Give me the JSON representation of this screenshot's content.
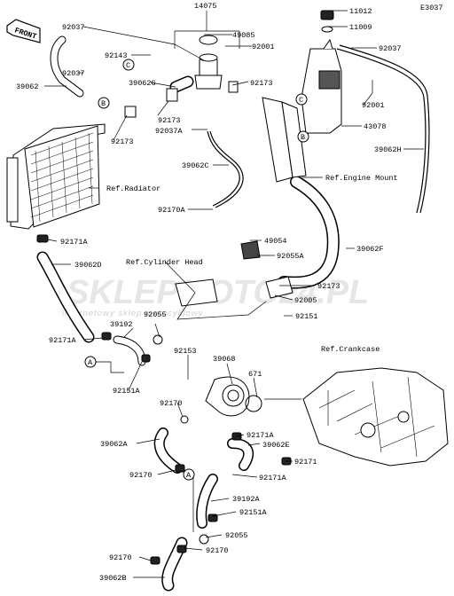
{
  "diagram_code": "E3037",
  "front_label": "FRONT",
  "watermark": {
    "main": "SKLEPMOTO24.PL",
    "sub": "internetowy sklep motocyklowy"
  },
  "part_labels": [
    "14075",
    "49085",
    "92001",
    "92143",
    "92037",
    "92037",
    "39062",
    "39062G",
    "92173",
    "92173",
    "92037A",
    "39062C",
    "92170A",
    "92171A",
    "39062D",
    "92171A",
    "92151A",
    "39192",
    "92055",
    "92153",
    "39068",
    "671",
    "92170",
    "39062A",
    "92170",
    "92170",
    "39062B",
    "92171A",
    "39062E",
    "92171",
    "92171A",
    "39192A",
    "92151A",
    "92055",
    "92170",
    "49054",
    "92055A",
    "92173",
    "92005",
    "92151",
    "39062F",
    "11012",
    "11009",
    "92037",
    "92001",
    "43078",
    "39062H",
    "92173"
  ],
  "ref_labels": [
    "Ref.Radiator",
    "Ref.Engine Mount",
    "Ref.Cylinder Head",
    "Ref.Crankcase"
  ],
  "callout_letters": [
    "B",
    "C",
    "C",
    "B",
    "A",
    "A"
  ]
}
